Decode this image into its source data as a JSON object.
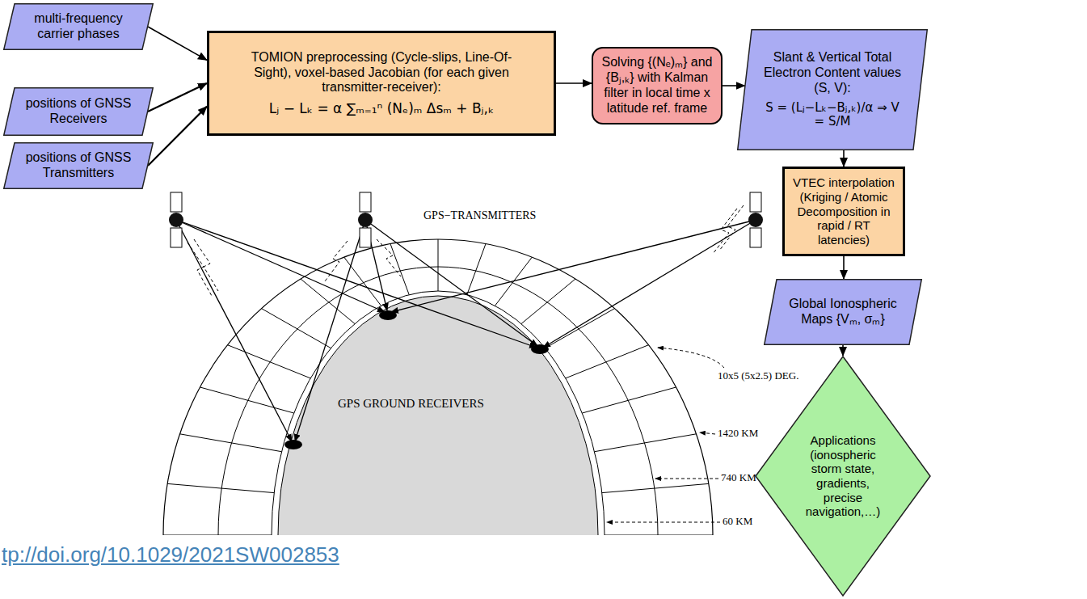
{
  "diagram": {
    "nodes": [
      {
        "text": [
          "multi-frequency carrier phases"
        ]
      },
      {
        "text": [
          "positions of GNSS Receivers"
        ]
      },
      {
        "text": [
          "positions of GNSS Transmitters"
        ]
      },
      {
        "text": [
          "TOMION preprocessing (Cycle-slips, Line-Of-Sight), voxel-based Jacobian (for each given transmitter-receiver):",
          "Lⱼ − Lₖ = α ∑ₘ₌₁ⁿ (Nₑ)ₘ Δsₘ + Bⱼ,ₖ"
        ]
      },
      {
        "text": [
          "Solving {(Nₑ)ₘ} and {Bⱼ,ₖ} with Kalman filter in local time x latitude ref. frame"
        ]
      },
      {
        "text": [
          "Slant & Vertical Total Electron Content values (S, V):",
          "S = (Lⱼ−Lₖ−Bⱼ,ₖ)/α ⇒ V = S/M"
        ]
      },
      {
        "text": [
          "VTEC interpolation (Kriging / Atomic Decomposition in rapid / RT latencies)"
        ]
      },
      {
        "text": [
          "Global Ionospheric Maps {Vₘ, σₘ}"
        ]
      },
      {
        "text": [
          "Applications (ionospheric storm state, gradients, precise navigation,…)"
        ]
      }
    ],
    "edges": [
      {
        "from": 0,
        "to": 3,
        "arrow": "to"
      },
      {
        "from": 1,
        "to": 3,
        "arrow": "to"
      },
      {
        "from": 2,
        "to": 3,
        "arrow": "to"
      },
      {
        "from": 3,
        "to": 4,
        "arrow": "to"
      },
      {
        "from": 4,
        "to": 5,
        "arrow": "to"
      },
      {
        "from": 5,
        "to": 6,
        "arrow": "to"
      },
      {
        "from": 6,
        "to": 7,
        "arrow": "to"
      },
      {
        "from": 7,
        "to": 8,
        "arrow": "to"
      }
    ],
    "labels": [
      "GPS−TRANSMITTERS",
      "GPS GROUND RECEIVERS",
      "10x5 (5x2.5) DEG.",
      "1420 KM",
      "740 KM",
      "60 KM",
      "tp://doi.org/10.1029/2021SW002853"
    ]
  }
}
